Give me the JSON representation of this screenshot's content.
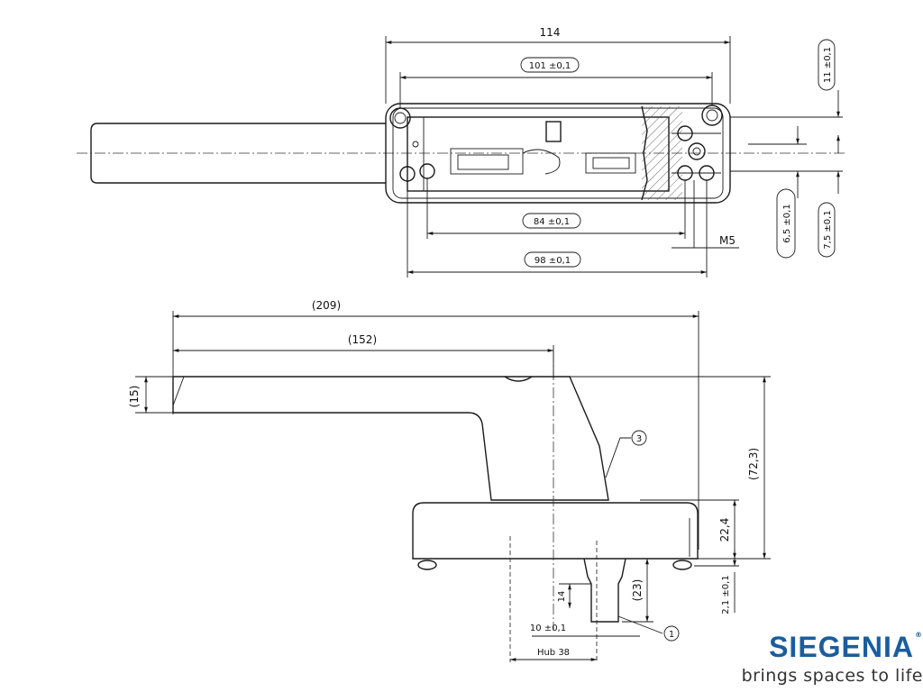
{
  "dimensions": {
    "top_overall": "114",
    "top_hole_spacing": "101 ±0,1",
    "top_inner": "84 ±0,1",
    "top_outer": "98 ±0,1",
    "thread": "M5",
    "right_11": "11 ±0,1",
    "right_6_5": "6,5 ±0,1",
    "right_7_5": "7,5 ±0,1",
    "side_total_len": "(209)",
    "side_lever_len": "(152)",
    "side_lever_height": "(15)",
    "side_total_height": "(72,3)",
    "side_base_height": "22,4",
    "side_spindle_ext": "2,1 ±0,1",
    "spindle_len": "(23)",
    "spindle_small": "14",
    "spindle_square": "10 ±0,1",
    "stroke": "Hub 38"
  },
  "callouts": {
    "item_1": "1",
    "item_3": "3"
  },
  "brand": {
    "name": "SIEGENIA",
    "registered": "®",
    "tagline": "brings spaces to life",
    "color": "#1b5d9c"
  }
}
